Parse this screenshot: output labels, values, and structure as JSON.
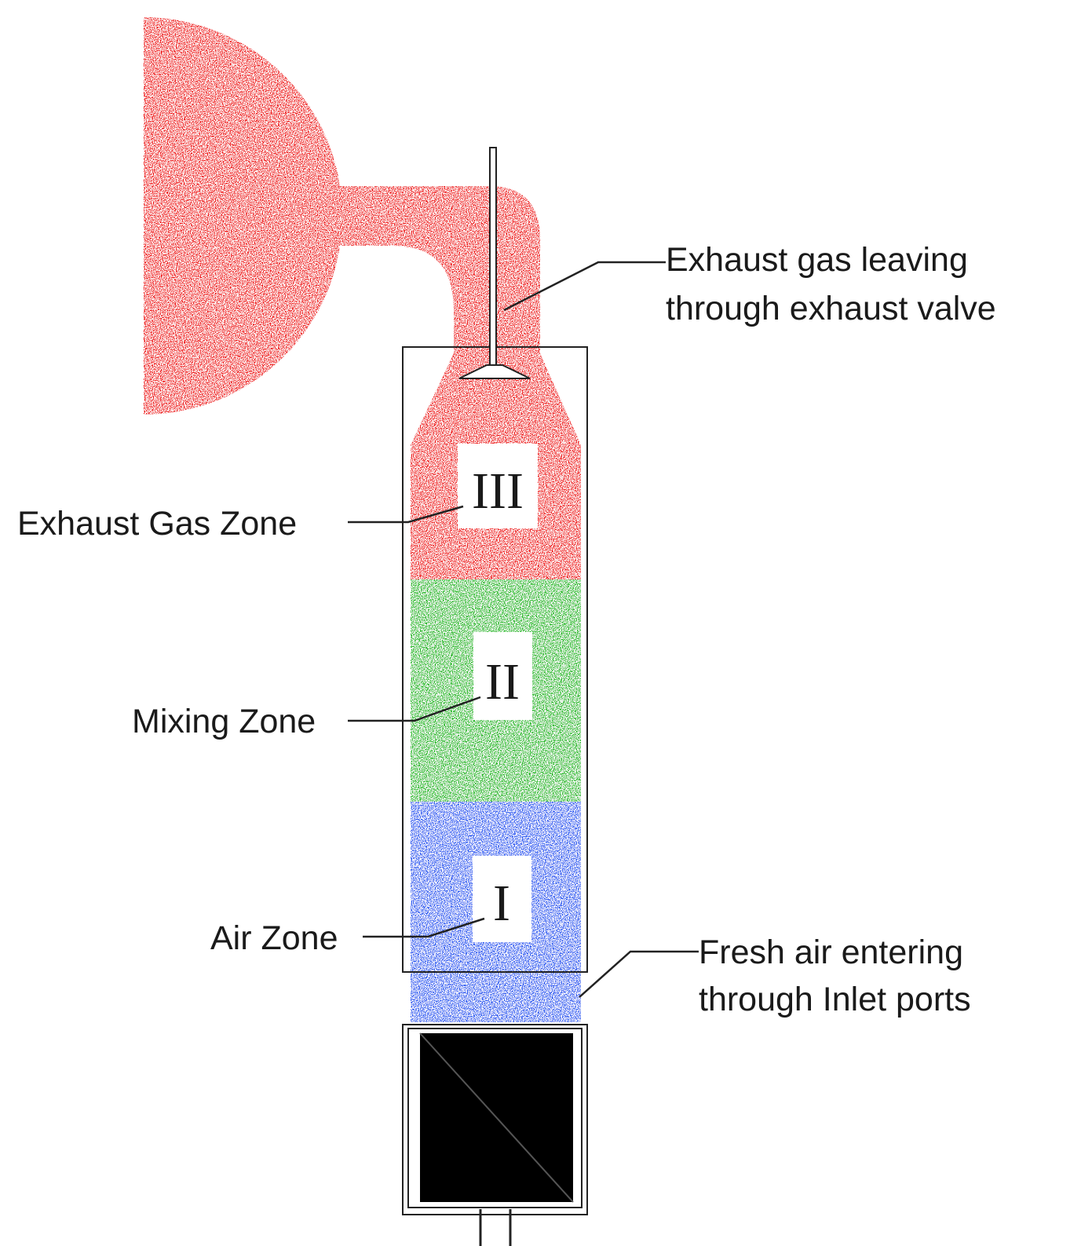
{
  "zones": [
    {
      "numeral": "III",
      "label": "Exhaust Gas Zone",
      "color": "#ee1111"
    },
    {
      "numeral": "II",
      "label": "Mixing Zone",
      "color": "#17b517"
    },
    {
      "numeral": "I",
      "label": "Air Zone",
      "color": "#1f4ff0"
    }
  ],
  "callouts": {
    "exhaust": [
      "Exhaust gas leaving",
      "through exhaust valve"
    ],
    "inlet": [
      "Fresh air entering",
      "through Inlet ports"
    ]
  },
  "colors": {
    "exhaust": "#ee1111",
    "mixing": "#17b517",
    "air": "#1f4ff0",
    "piston": "#000000"
  }
}
